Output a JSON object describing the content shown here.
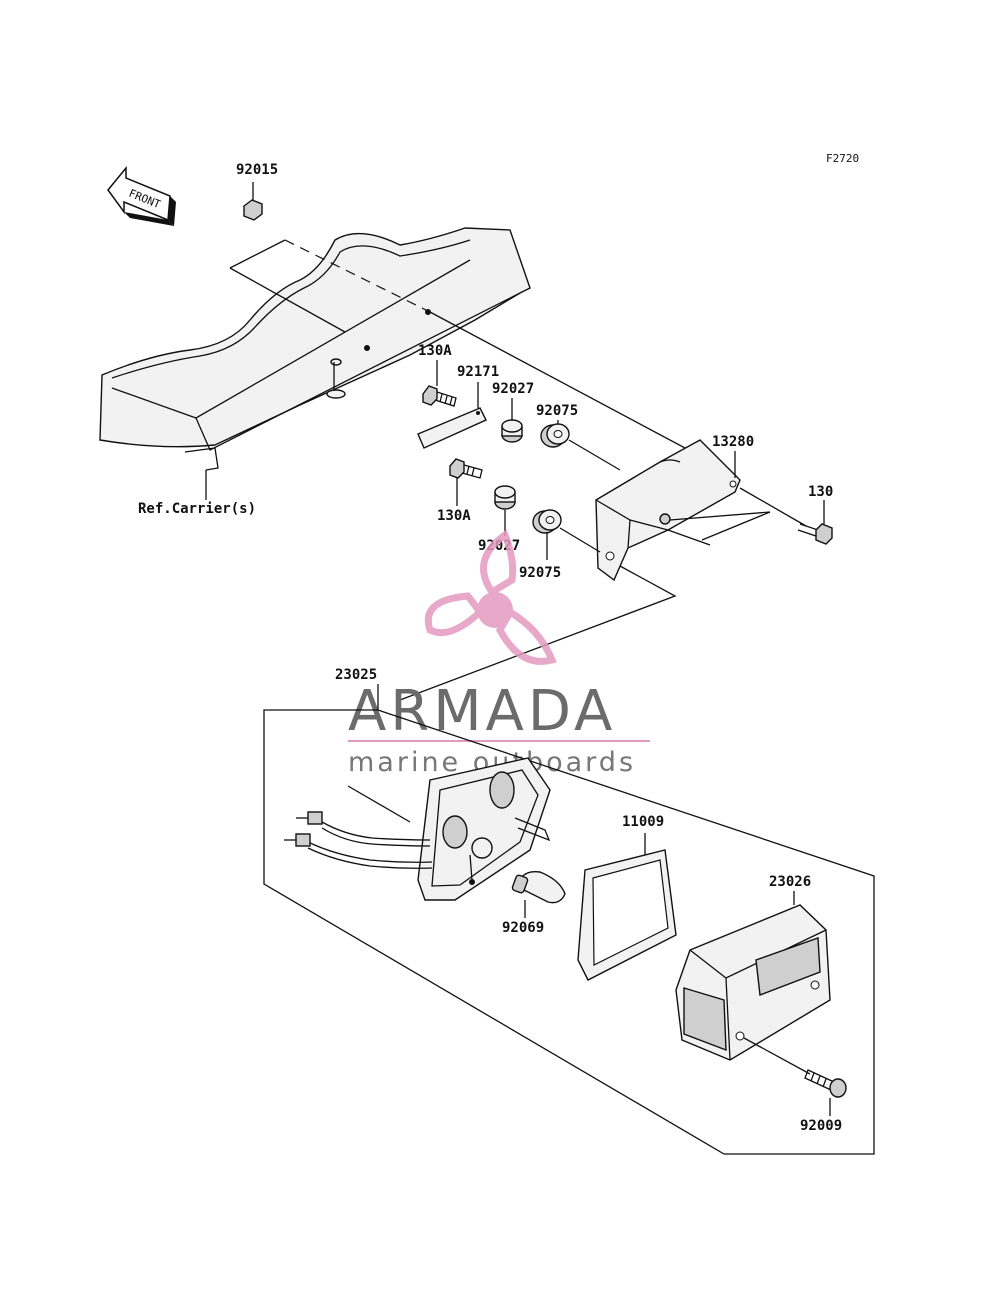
{
  "figure_code": "F2720",
  "front_label": "FRONT",
  "ref_label": "Ref.Carrier(s)",
  "parts": {
    "p92015": "92015",
    "p130A_top": "130A",
    "p92171": "92171",
    "p92027_top": "92027",
    "p92075_top": "92075",
    "p13280": "13280",
    "p130": "130",
    "p130A_bottom": "130A",
    "p92027_bottom": "92027",
    "p92075_bottom": "92075",
    "p23025": "23025",
    "p11009": "11009",
    "p92069": "92069",
    "p23026": "23026",
    "p92009": "92009"
  },
  "watermark": {
    "brand": "ARMADA",
    "tagline": "marine outboards",
    "accent_color": "#e39ac0",
    "text_color": "#6b6b6b"
  }
}
